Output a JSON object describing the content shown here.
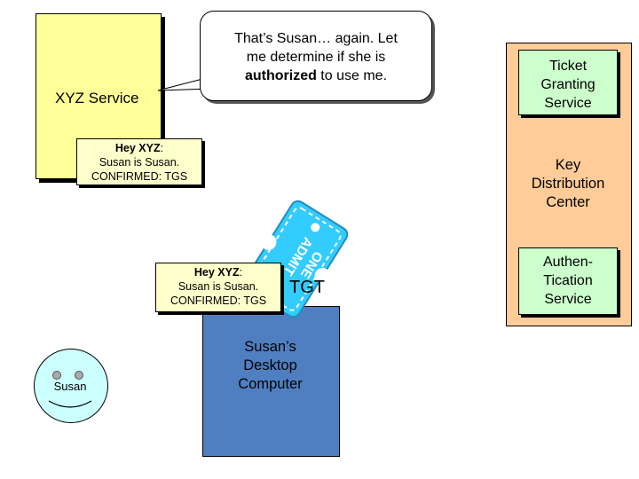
{
  "xyz_service": {
    "label": "XYZ Service"
  },
  "bubble": {
    "line1": "That’s Susan… again.  Let",
    "line2": "me determine if she is",
    "line3_bold": "authorized",
    "line3_rest": " to use me."
  },
  "ticket_top": {
    "line1_bold": "Hey XYZ",
    "line1_rest": ":",
    "line2": "Susan is Susan.",
    "line3": "CONFIRMED: TGS"
  },
  "ticket_bottom": {
    "line1_bold": "Hey XYZ",
    "line1_rest": ":",
    "line2": "Susan is Susan.",
    "line3": "CONFIRMED: TGS"
  },
  "kdc": {
    "label_line1": "Key",
    "label_line2": "Distribution",
    "label_line3": "Center",
    "tgs": {
      "line1": "Ticket",
      "line2": "Granting",
      "line3": "Service"
    },
    "as": {
      "line1": "Authen-",
      "line2": "Tication",
      "line3": "Service"
    }
  },
  "desktop": {
    "line1": "Susan’s",
    "line2": "Desktop",
    "line3": "Computer"
  },
  "tgt": {
    "label": "TGT",
    "ticket_text_1": "ADMIT",
    "ticket_text_2": "ONE"
  },
  "user": {
    "label": "Susan"
  },
  "colors": {
    "xyz_box": "#ffff99",
    "ticket": "#ffffcc",
    "kdc": "#ffcc99",
    "service_boxes": "#ccffcc",
    "desktop": "#4f7fc0",
    "face": "#ccffff",
    "admit_ticket": "#33ccff"
  }
}
